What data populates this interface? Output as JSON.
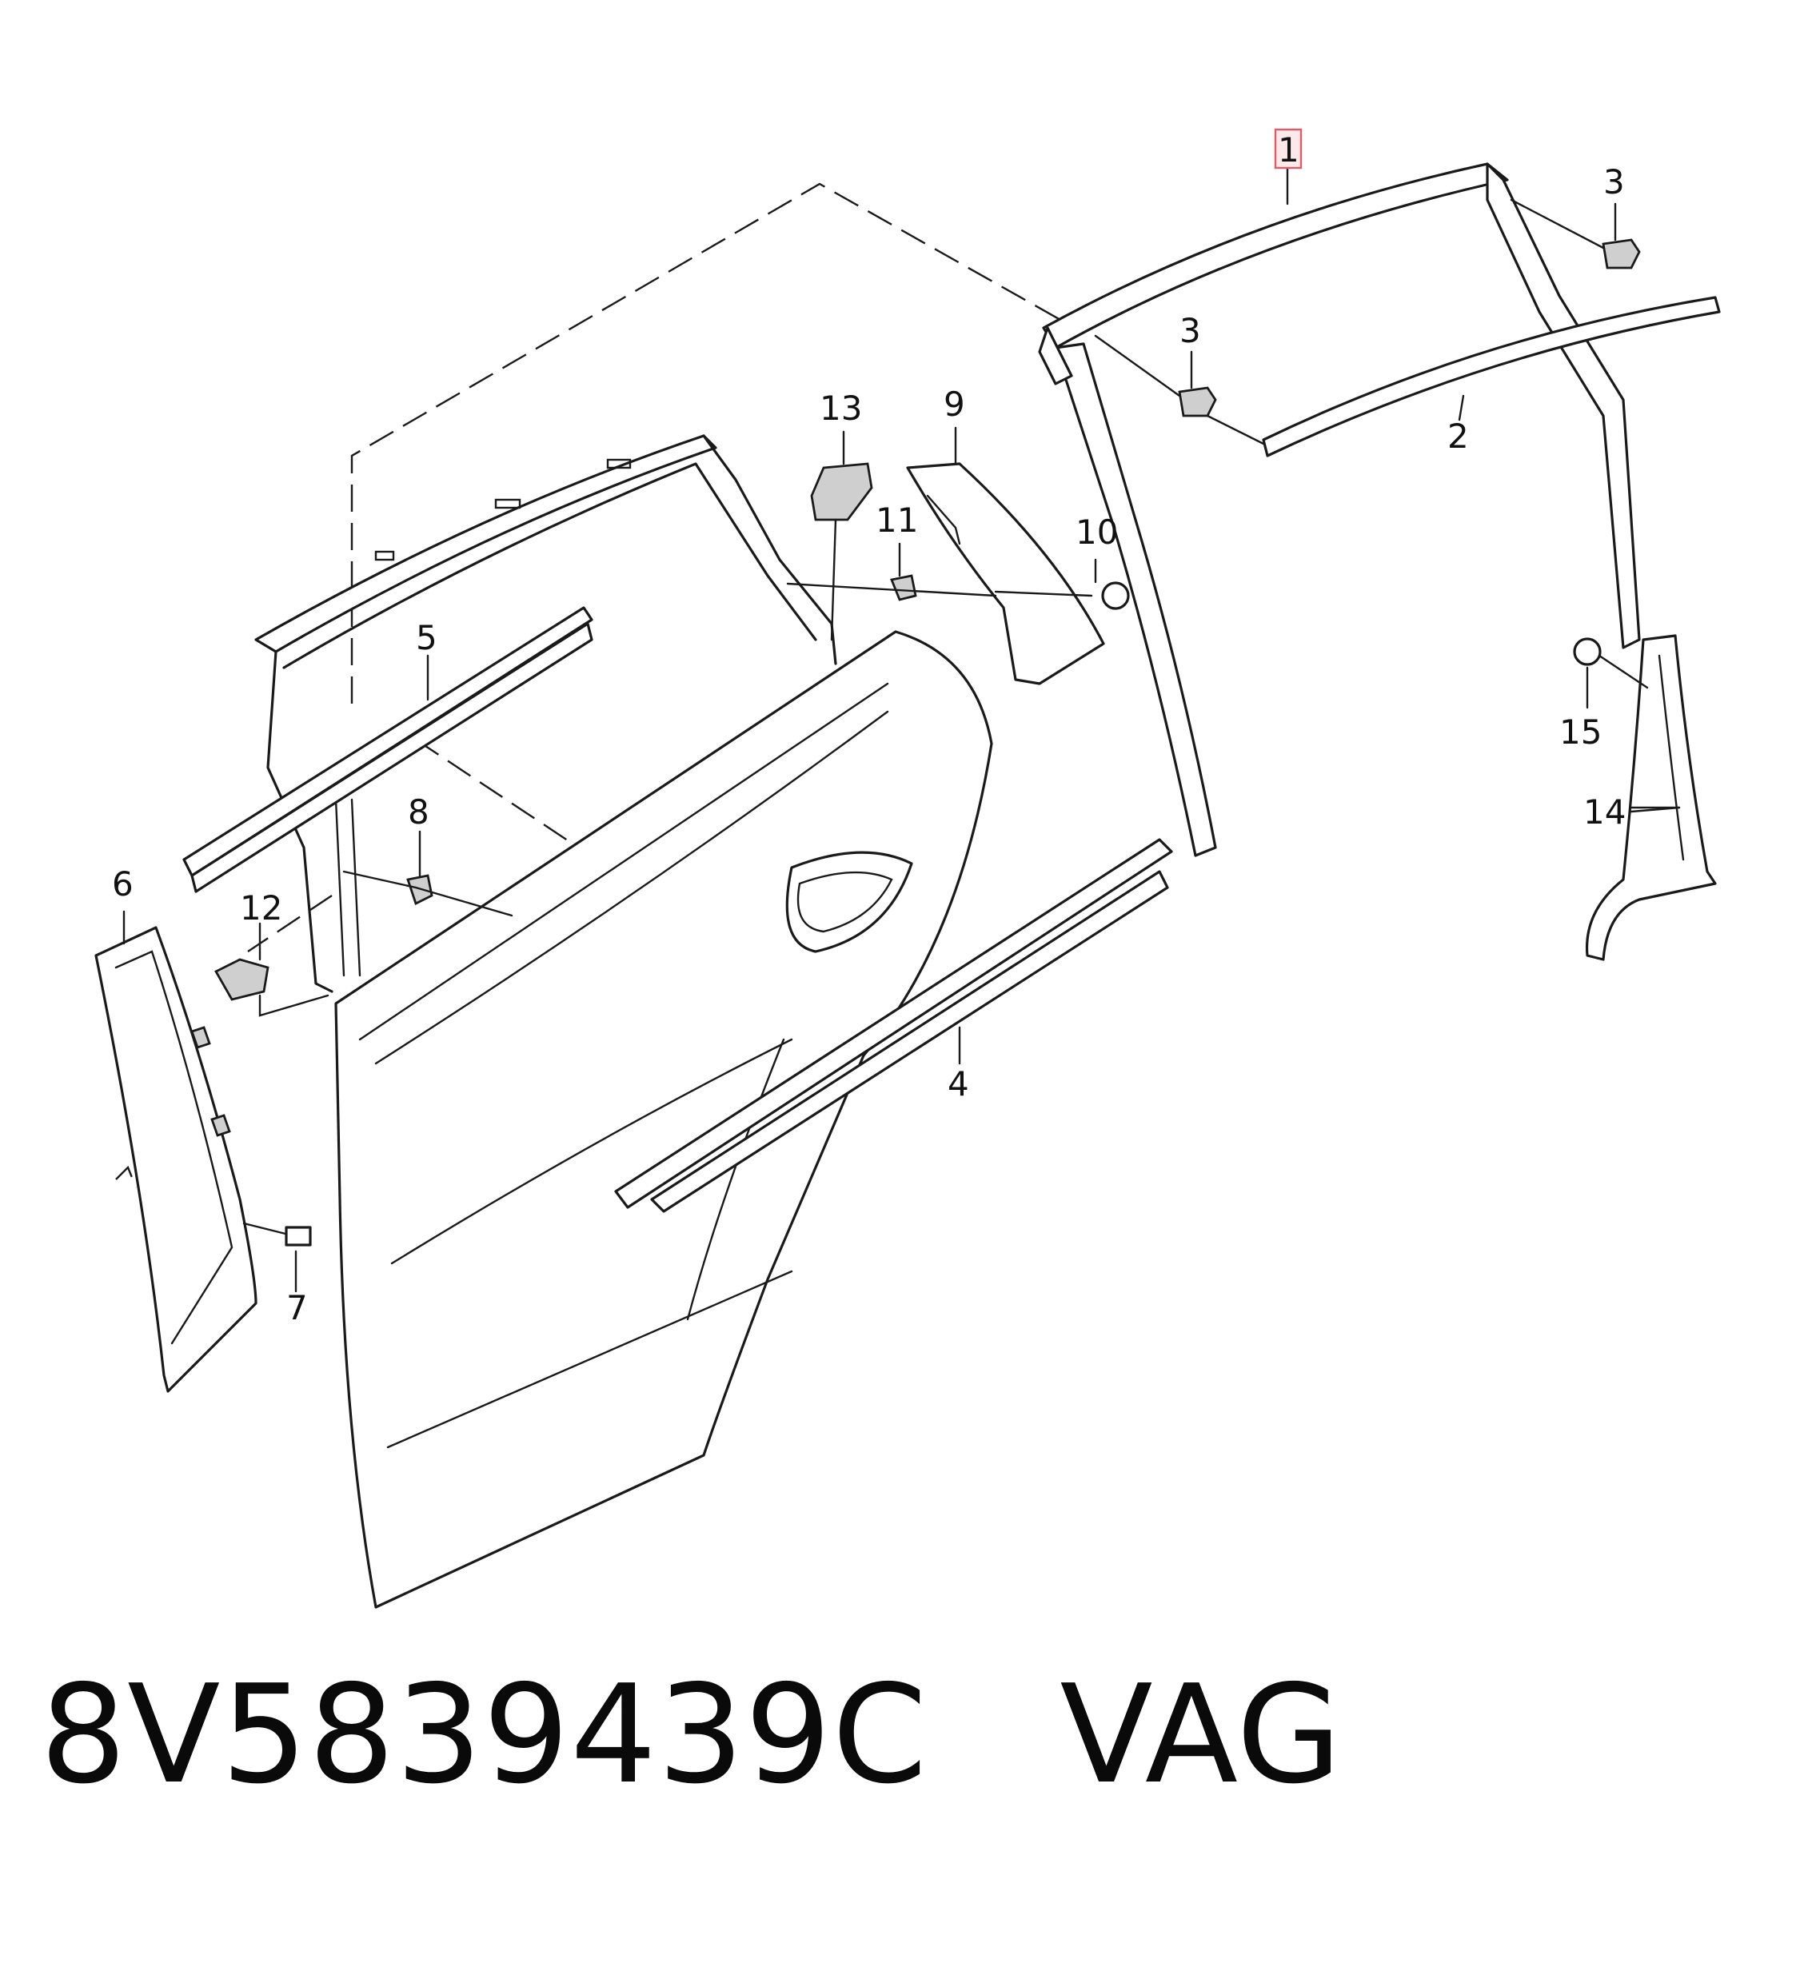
{
  "diagram": {
    "callouts": {
      "c1": "1",
      "c2": "2",
      "c3a": "3",
      "c3b": "3",
      "c4": "4",
      "c5": "5",
      "c6": "6",
      "c7": "7",
      "c8": "8",
      "c9": "9",
      "c10": "10",
      "c11": "11",
      "c12": "12",
      "c13": "13",
      "c14": "14",
      "c15": "15"
    },
    "highlighted_callout": "1",
    "highlight_color": "#e05a6a"
  },
  "caption": {
    "part_number": "8V5839439C",
    "brand": "VAG"
  }
}
